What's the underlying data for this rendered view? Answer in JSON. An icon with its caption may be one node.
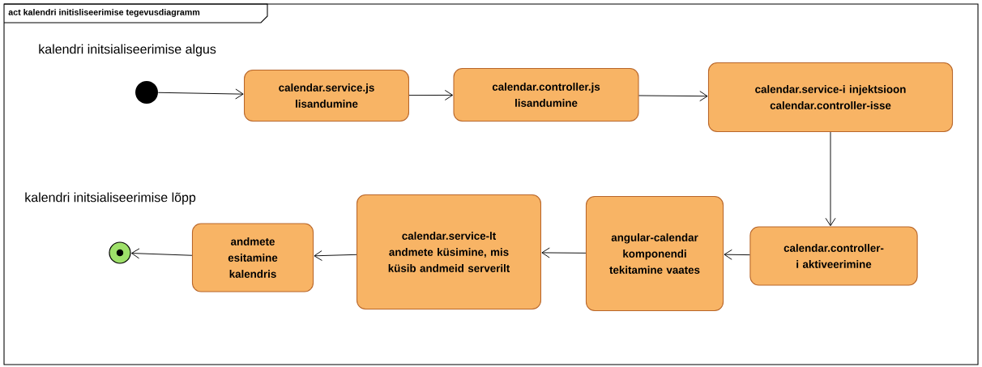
{
  "diagram": {
    "title": "act kalendri initisliseerimise tegevusdiagramm",
    "nodes": [
      {
        "text": [],
        "shape": "circle"
      },
      {
        "text": [
          "calendar.service.js lisandumine"
        ]
      },
      {
        "text": [
          "calendar.controller.js lisandumine"
        ]
      },
      {
        "text": [
          "calendar.service-i injektsioon calendar.controller-isse"
        ]
      },
      {
        "text": [
          "calendar.controller-i aktiveerimine"
        ]
      },
      {
        "text": [
          "angular-calendar komponendi tekitamine vaates"
        ]
      },
      {
        "text": [
          "calendar.service-lt andmete küsimine, mis küsib andmeid serverilt"
        ]
      },
      {
        "text": [
          "andmete esitamine kalendris"
        ]
      },
      {
        "text": [],
        "shape": "bullseye"
      }
    ],
    "labels": [
      "kalendri initsialiseerimise algus",
      "kalendri initsialiseerimise lõpp"
    ],
    "edges": [
      {
        "from": 0,
        "to": 1,
        "arrow": "to"
      },
      {
        "from": 1,
        "to": 2,
        "arrow": "to"
      },
      {
        "from": 2,
        "to": 3,
        "arrow": "to"
      },
      {
        "from": 3,
        "to": 4,
        "arrow": "to"
      },
      {
        "from": 4,
        "to": 5,
        "arrow": "to"
      },
      {
        "from": 5,
        "to": 6,
        "arrow": "to"
      },
      {
        "from": 6,
        "to": 7,
        "arrow": "to"
      },
      {
        "from": 7,
        "to": 8,
        "arrow": "to"
      }
    ]
  }
}
